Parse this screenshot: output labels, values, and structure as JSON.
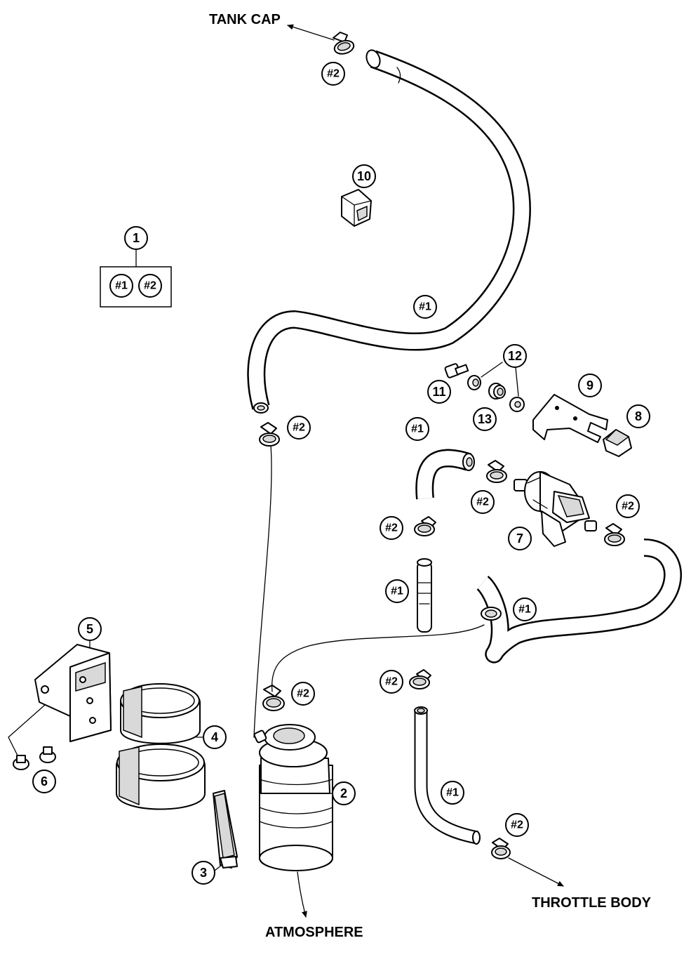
{
  "labels": {
    "tank_cap": "TANK CAP",
    "throttle_body": "THROTTLE BODY",
    "atmosphere": "ATMOSPHERE"
  },
  "callouts": {
    "n1": "1",
    "n2": "2",
    "n3": "3",
    "n4": "4",
    "n5": "5",
    "n6": "6",
    "n7": "7",
    "n8": "8",
    "n9": "9",
    "n10": "10",
    "n11": "11",
    "n12": "12",
    "n13": "13"
  },
  "refs": {
    "hose": "#1",
    "clamp": "#2"
  },
  "kit_contents": [
    "#1",
    "#2"
  ]
}
